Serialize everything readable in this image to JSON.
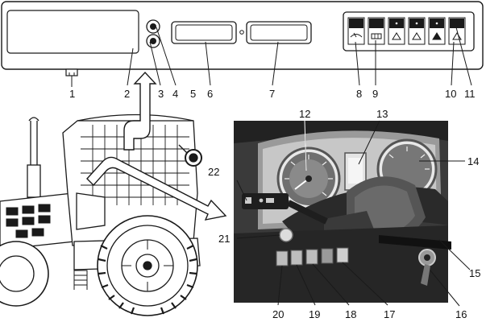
{
  "callouts": [
    "1",
    "2",
    "3",
    "4",
    "5",
    "6",
    "7",
    "8",
    "9",
    "10",
    "11",
    "12",
    "13",
    "14",
    "15",
    "16",
    "17",
    "18",
    "19",
    "20",
    "21",
    "22"
  ],
  "icons": {
    "lamp_on": "lamp-icon",
    "lamp_off": "lamp-off-icon",
    "wiper": "wiper-icon",
    "engine": "engine-icon",
    "warning": "warning-triangle-icon"
  },
  "colors": {
    "line": "#1a1a1a",
    "panel": "#ffffff",
    "photo_dark": "#2b2b2b",
    "photo_mid": "#6e6e6e",
    "photo_light": "#bdbdbd"
  }
}
